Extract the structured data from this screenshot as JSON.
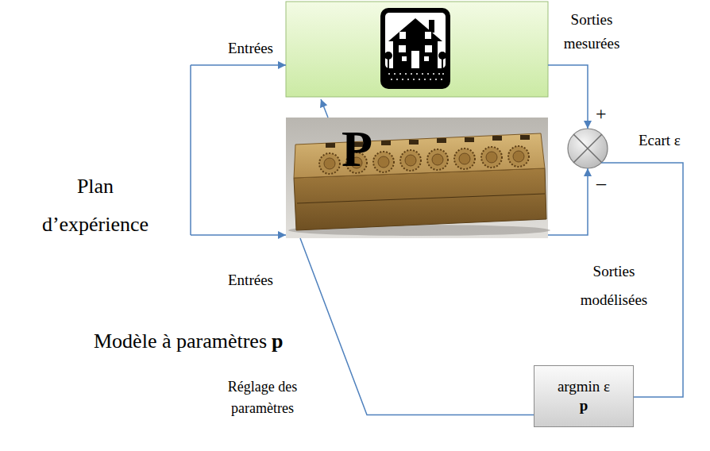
{
  "diagram": {
    "nodes": [
      {
        "text": [
          "P"
        ]
      },
      {
        "text": [
          "argmin ε",
          "p"
        ]
      }
    ],
    "edges": [
      {
        "from": 1,
        "to": 0,
        "arrow": "none",
        "label": "Réglage des paramètres"
      }
    ],
    "labels": [
      "Entrées",
      "Sorties mesurées",
      "+",
      "Ecart ε",
      "Plan d’expérience",
      "–",
      "Entrées",
      "Sorties modélisées",
      "Modèle à paramètres",
      "p"
    ]
  }
}
